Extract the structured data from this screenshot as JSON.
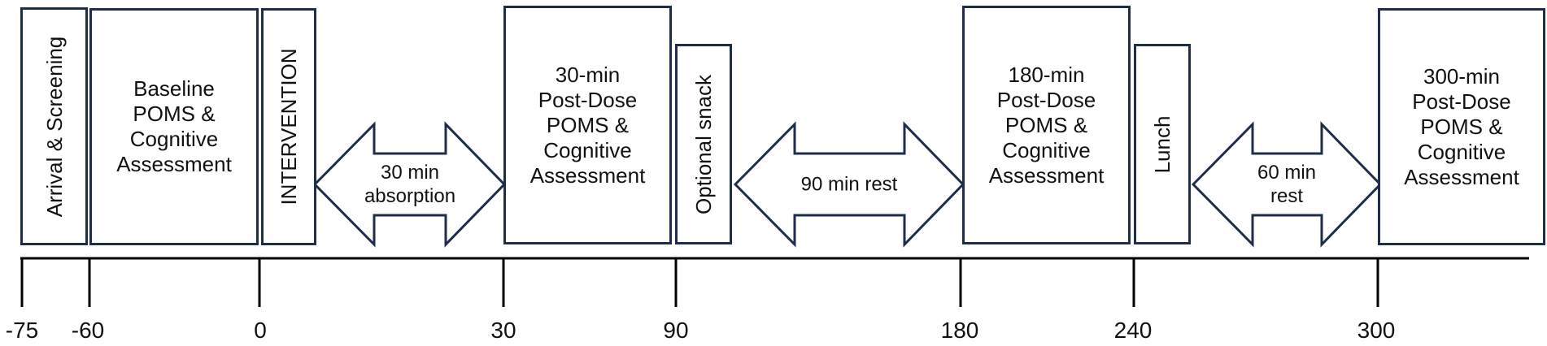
{
  "colors": {
    "outline": "#1f2d4d",
    "axis": "#000000",
    "fill": "#ffffff"
  },
  "boxes": [
    {
      "id": "arrival",
      "label": "Arrival & Screening"
    },
    {
      "id": "baseline",
      "label": "Baseline\nPOMS &\nCognitive\nAssessment"
    },
    {
      "id": "intervention",
      "label": "INTERVENTION"
    },
    {
      "id": "post30",
      "label": "30-min\nPost-Dose\nPOMS &\nCognitive\nAssessment"
    },
    {
      "id": "snack",
      "label": "Optional snack"
    },
    {
      "id": "post180",
      "label": "180-min\nPost-Dose\nPOMS &\nCognitive\nAssessment"
    },
    {
      "id": "lunch",
      "label": "Lunch"
    },
    {
      "id": "post300",
      "label": "300-min\nPost-Dose\nPOMS &\nCognitive\nAssessment"
    }
  ],
  "arrows": [
    {
      "id": "absorption",
      "label": "30 min\nabsorption"
    },
    {
      "id": "rest90",
      "label": "90 min rest"
    },
    {
      "id": "rest60",
      "label": "60 min\nrest"
    }
  ],
  "axis": {
    "ticks": [
      "-75",
      "-60",
      "0",
      "30",
      "90",
      "180",
      "240",
      "300"
    ]
  }
}
